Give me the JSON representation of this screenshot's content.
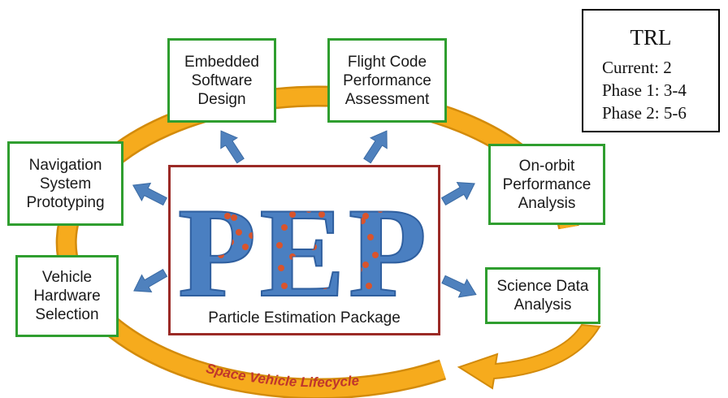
{
  "trl": {
    "title": "TRL",
    "current": "Current: 2",
    "phase1": "Phase 1: 3-4",
    "phase2": "Phase 2: 5-6"
  },
  "center": {
    "logo": "PEP",
    "subtitle": "Particle Estimation Package"
  },
  "cycle": {
    "label": "Space Vehicle Lifecycle"
  },
  "boxes": {
    "embedded": "Embedded\nSoftware\nDesign",
    "flight": "Flight Code\nPerformance\nAssessment",
    "navigation": "Navigation\nSystem\nPrototyping",
    "onorbit": "On-orbit\nPerformance\nAnalysis",
    "vehicle": "Vehicle\nHardware\nSelection",
    "science": "Science Data\nAnalysis"
  },
  "colors": {
    "ring": "#f6ab1d",
    "ring_edge": "#d38b0b",
    "box_border": "#2f9e2f",
    "center_border": "#9b2a26",
    "arrow": "#4f81bd",
    "logo_fill": "#4a7fc1",
    "logo_dots": "#d9542c",
    "lifecycle_text": "#c0362c"
  }
}
